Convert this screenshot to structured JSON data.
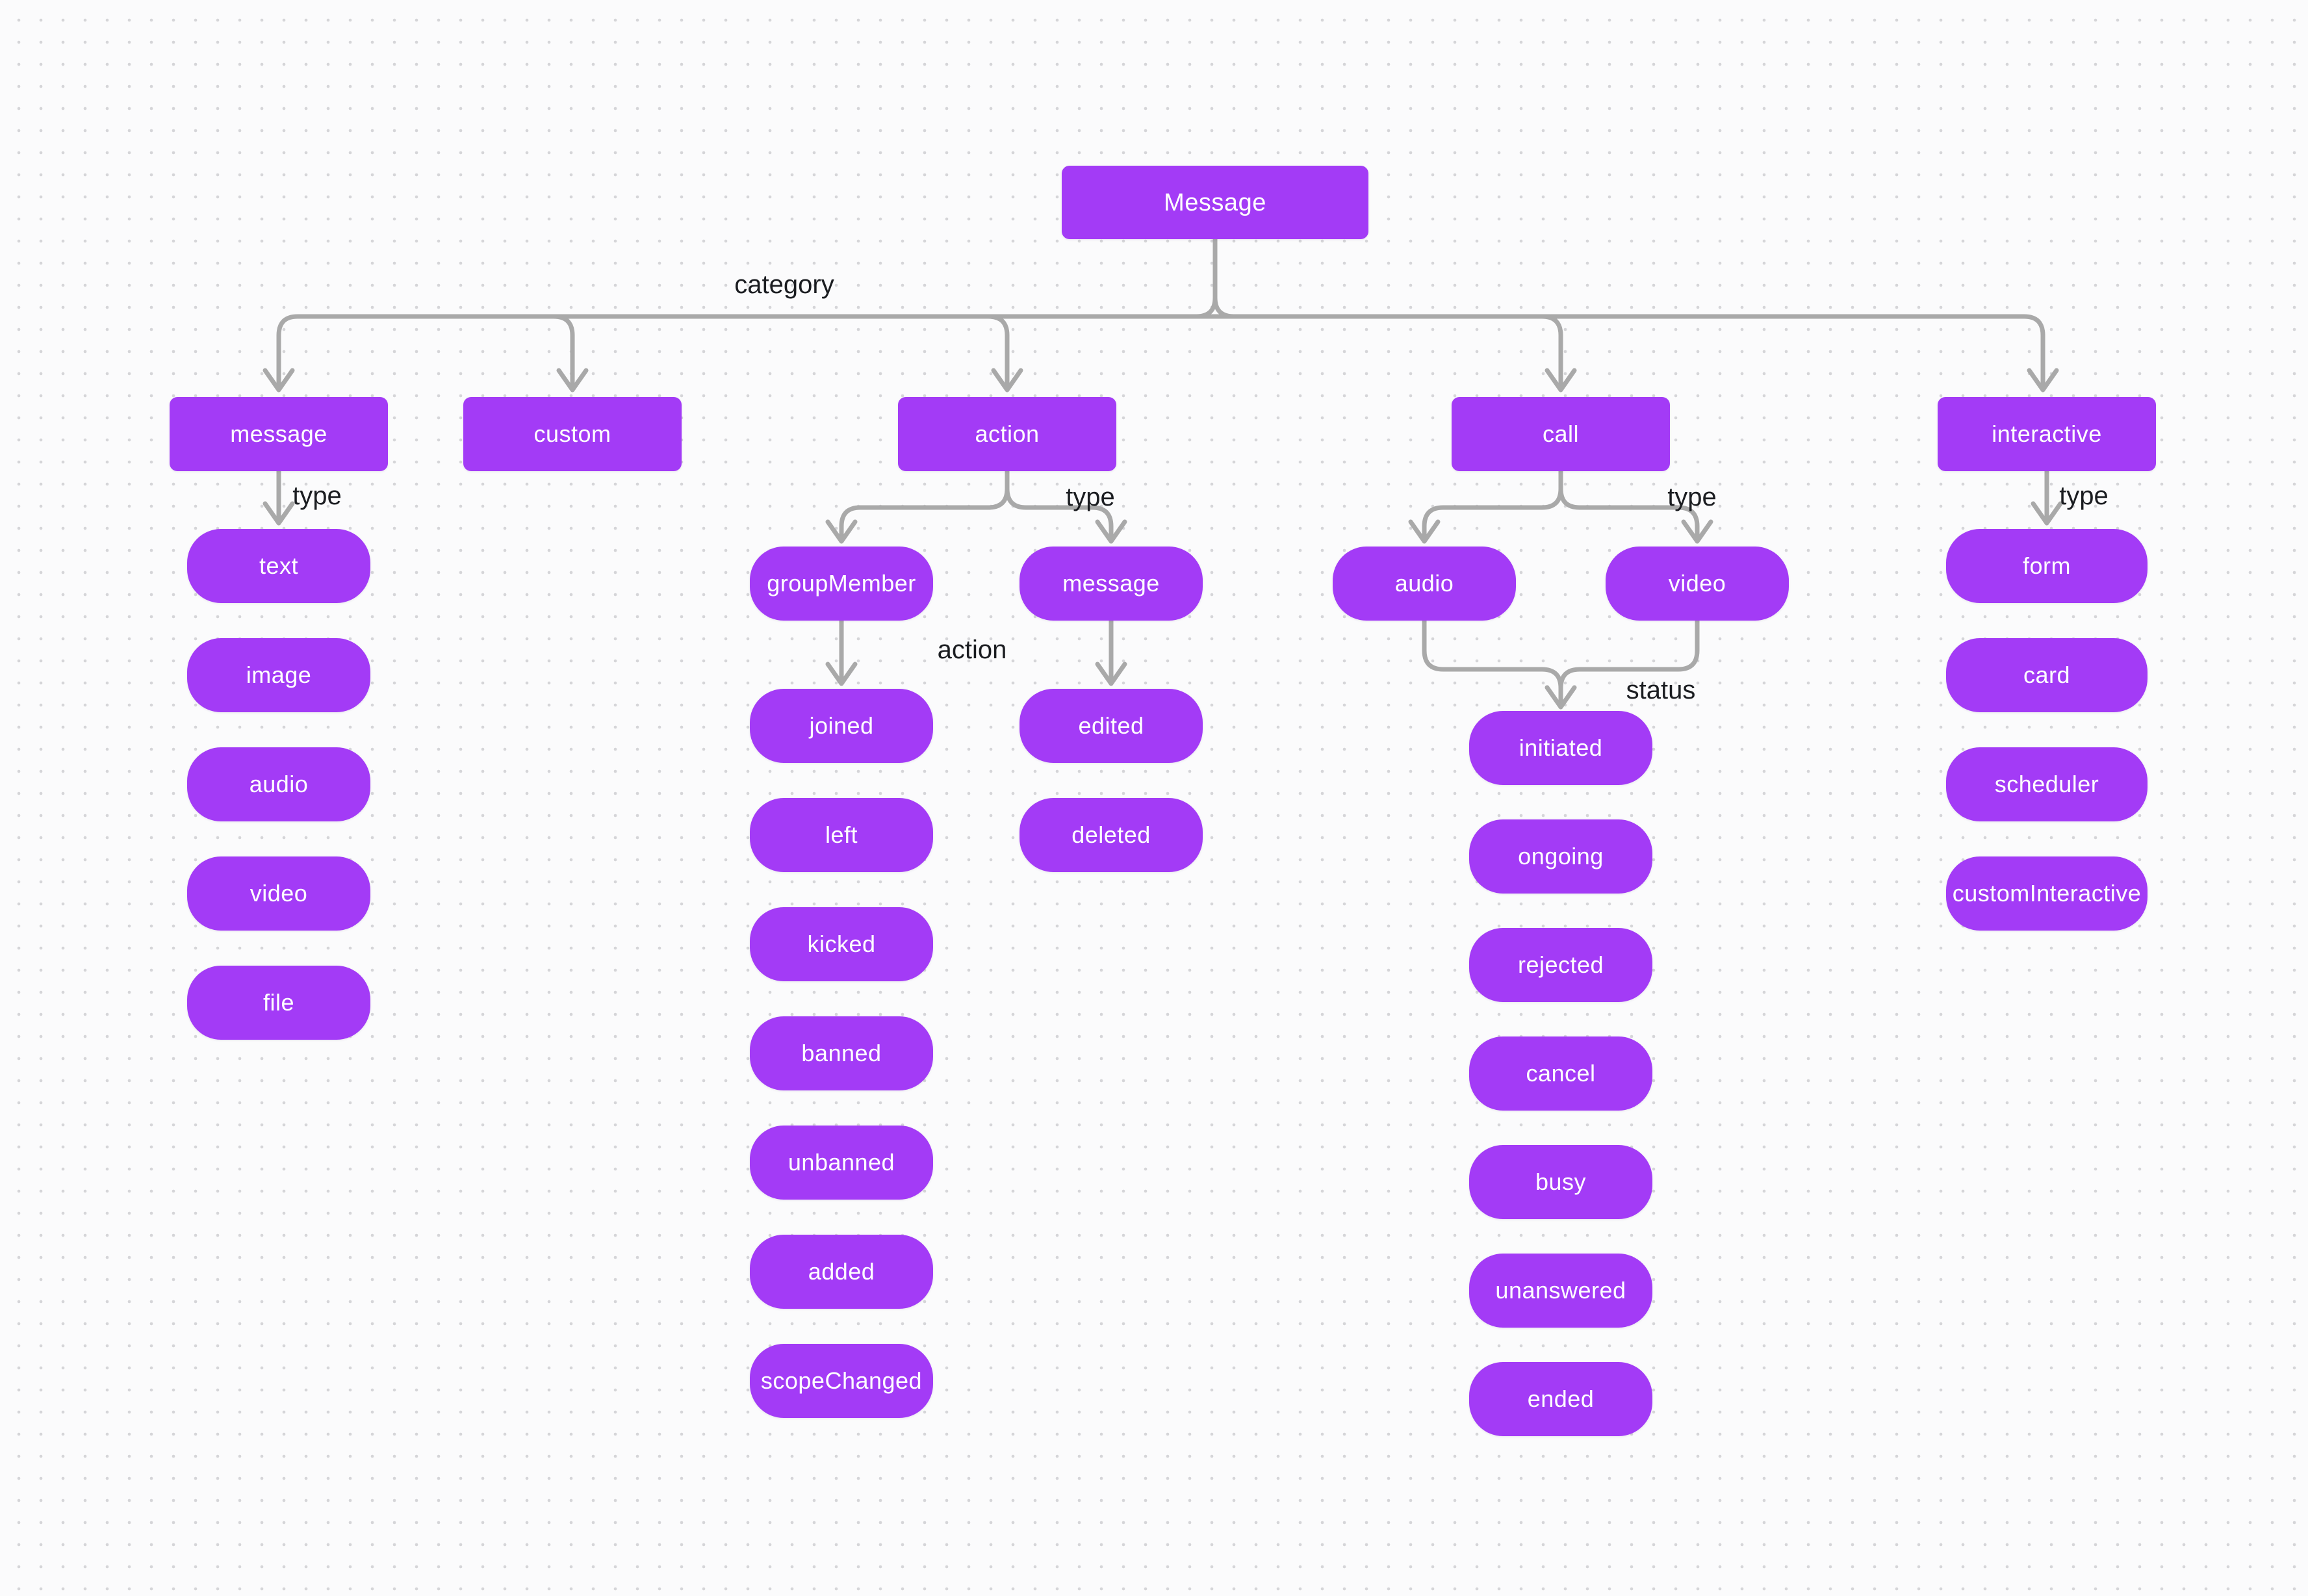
{
  "diagram": {
    "title_node": "Message",
    "edge_labels": {
      "category": "category",
      "type_message": "type",
      "type_action": "type",
      "type_call": "type",
      "type_interactive": "type",
      "action": "action",
      "status": "status"
    },
    "categories": {
      "message": {
        "label": "message",
        "types": [
          "text",
          "image",
          "audio",
          "video",
          "file"
        ]
      },
      "custom": {
        "label": "custom"
      },
      "action": {
        "label": "action",
        "types": {
          "groupMember": {
            "label": "groupMember",
            "actions": [
              "joined",
              "left",
              "kicked",
              "banned",
              "unbanned",
              "added",
              "scopeChanged"
            ]
          },
          "message": {
            "label": "message",
            "actions": [
              "edited",
              "deleted"
            ]
          }
        }
      },
      "call": {
        "label": "call",
        "types": [
          "audio",
          "video"
        ],
        "statuses": [
          "initiated",
          "ongoing",
          "rejected",
          "cancel",
          "busy",
          "unanswered",
          "ended"
        ]
      },
      "interactive": {
        "label": "interactive",
        "types": [
          "form",
          "card",
          "scheduler",
          "customInteractive"
        ]
      }
    },
    "colors": {
      "node_fill": "#A33BF6",
      "node_text": "#FFFFFF",
      "connector": "#A9A9A9",
      "edge_label_text": "#1B1D21",
      "background": "#FBFBFC",
      "grid_dot": "#D5D5D8"
    }
  }
}
